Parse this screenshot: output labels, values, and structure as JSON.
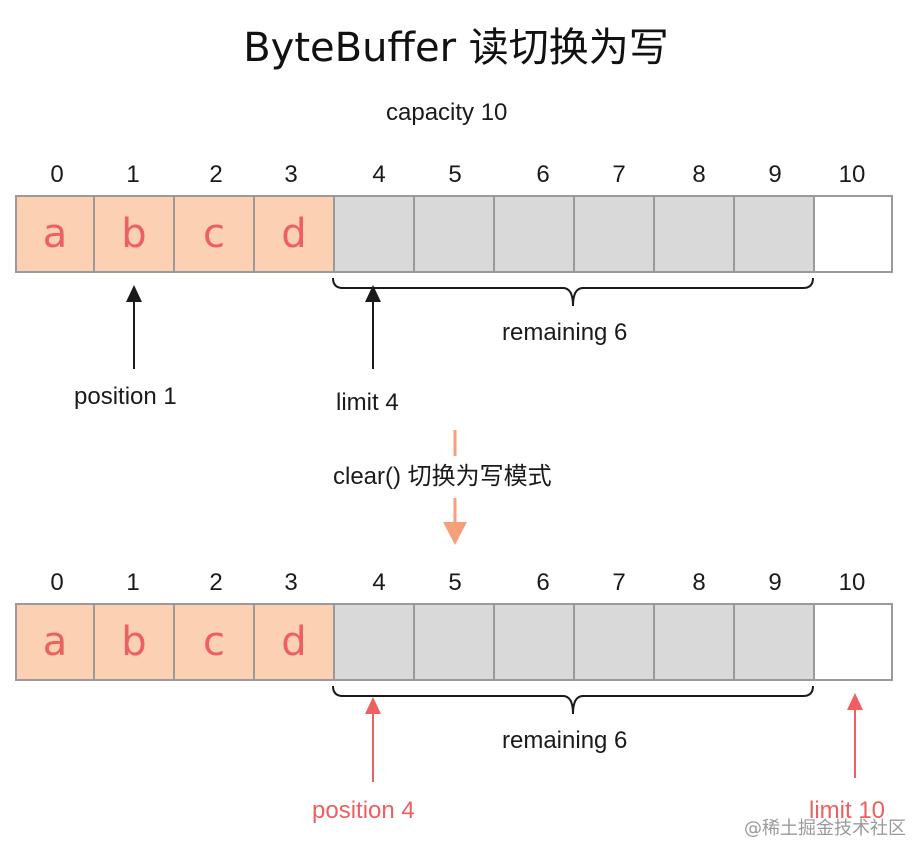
{
  "title": "ByteBuffer 读切换为写",
  "capacity_label": "capacity 10",
  "indices": [
    "0",
    "1",
    "2",
    "3",
    "4",
    "5",
    "6",
    "7",
    "8",
    "9",
    "10"
  ],
  "cells": [
    "a",
    "b",
    "c",
    "d",
    "",
    "",
    "",
    "",
    "",
    "",
    ""
  ],
  "colors": {
    "filled": "#fcd0b3",
    "empty": "#d9d9d9",
    "border": "#9a9a9a",
    "accent": "#ee5f5f",
    "transition": "#f5a07a"
  },
  "before": {
    "remaining_label": "remaining 6",
    "position_label": "position 1",
    "limit_label": "limit 4"
  },
  "transition_label": "clear() 切换为写模式",
  "after": {
    "remaining_label": "remaining 6",
    "position_label": "position 4",
    "limit_label": "limit 10"
  },
  "watermark": "@稀土掘金技术社区"
}
